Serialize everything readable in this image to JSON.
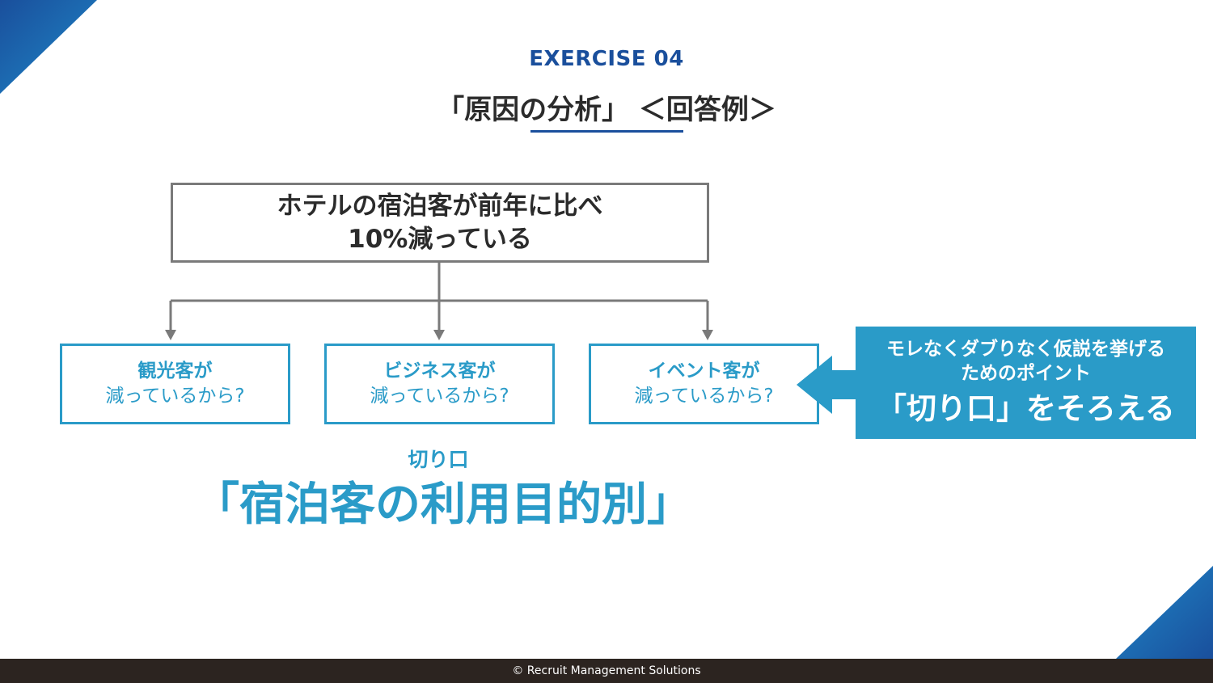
{
  "header": {
    "exercise": "EXERCISE 04",
    "title": "「原因の分析」 ＜回答例＞"
  },
  "tree": {
    "root": {
      "line1": "ホテルの宿泊客が前年に比べ",
      "line2": "10%減っている"
    },
    "children": [
      {
        "line1": "観光客が",
        "line2": "減っているから?"
      },
      {
        "line1": "ビジネス客が",
        "line2": "減っているから?"
      },
      {
        "line1": "イベント客が",
        "line2": "減っているから?"
      }
    ]
  },
  "callout": {
    "line1": "モレなくダブりなく仮説を挙げる",
    "line2": "ためのポイント",
    "emphasis": "「切り口」をそろえる"
  },
  "axis": {
    "label": "切り口",
    "value": "「宿泊客の利用目的別」"
  },
  "footer": {
    "copyright": "© Recruit Management Solutions"
  },
  "colors": {
    "navy": "#1a4f9c",
    "accent": "#2a9bc8",
    "text": "#2b2b2b",
    "connector": "#7a7a7a",
    "footer_bg": "#2c2420"
  }
}
